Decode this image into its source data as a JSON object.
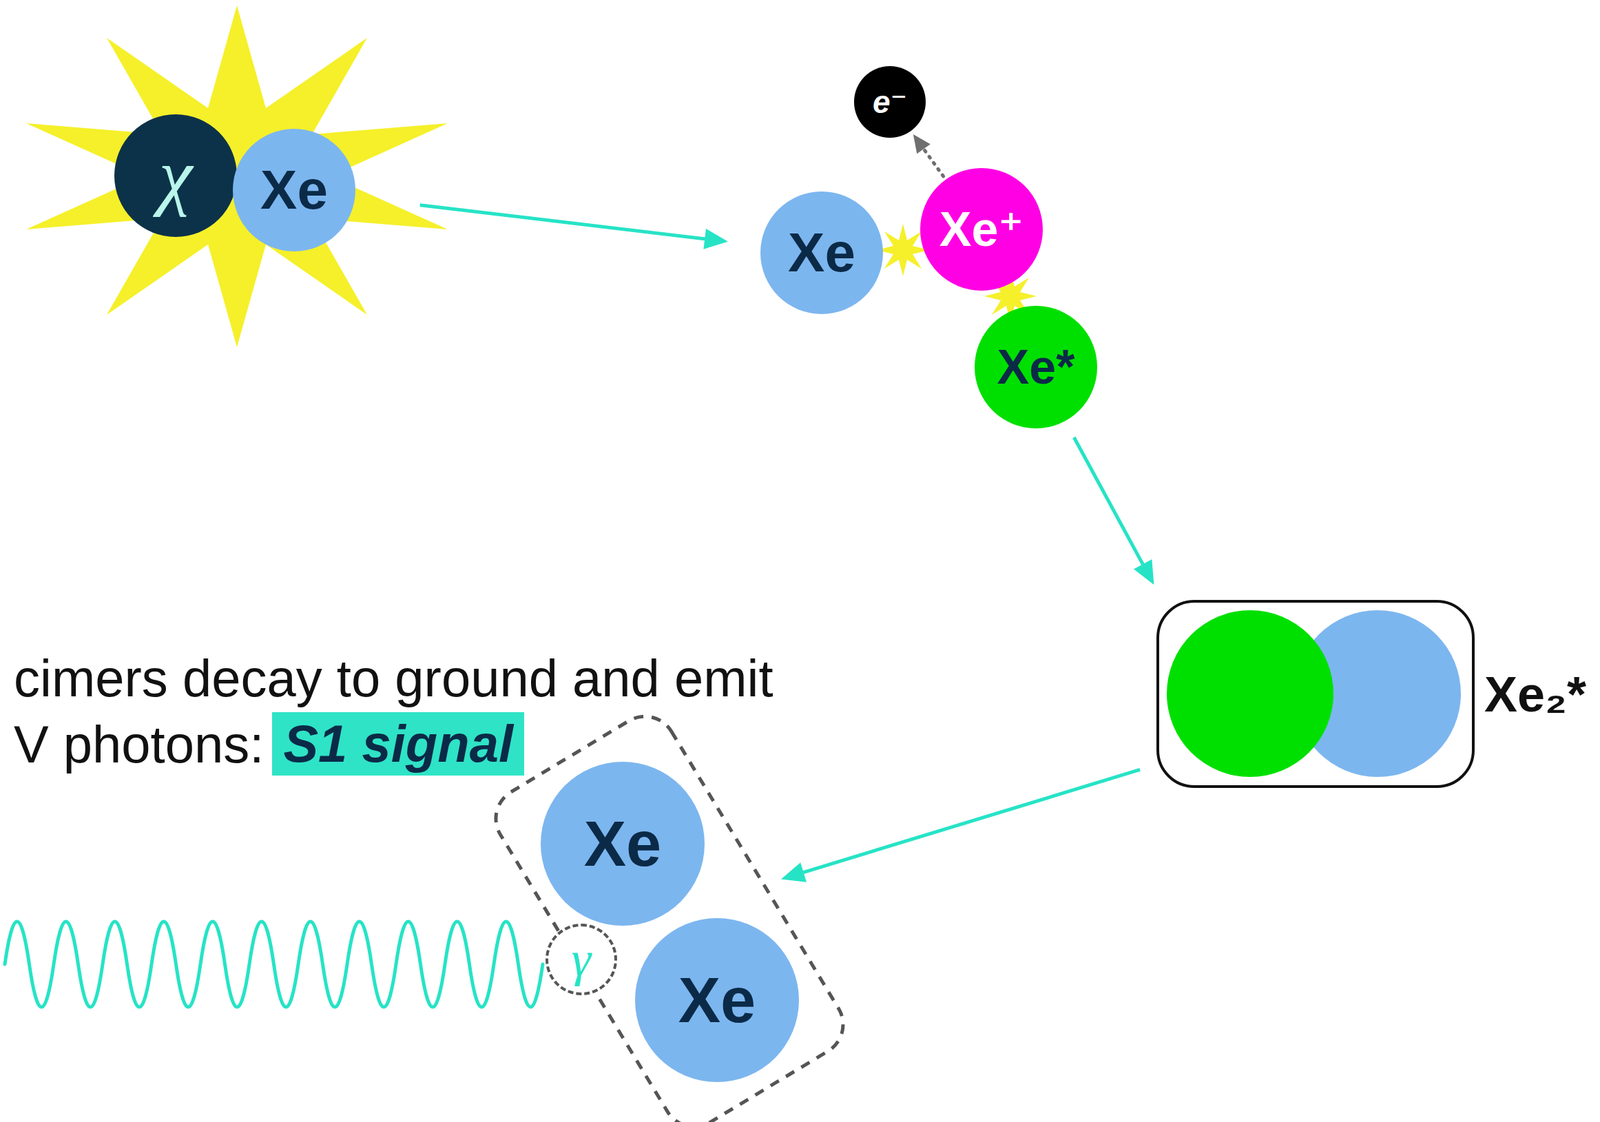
{
  "diagram": {
    "nodes": [
      {
        "text": [
          "χ"
        ]
      },
      {
        "text": [
          "Xe"
        ]
      },
      {
        "text": [
          "e⁻"
        ]
      },
      {
        "text": [
          "Xe"
        ]
      },
      {
        "text": [
          "Xe⁺"
        ]
      },
      {
        "text": [
          "Xe*"
        ]
      },
      {
        "text": [
          "Xe₂*"
        ]
      },
      {
        "text": [
          "Xe"
        ]
      },
      {
        "text": [
          "γ"
        ]
      },
      {
        "text": [
          "Xe"
        ]
      }
    ],
    "edges": [
      {
        "from": 1,
        "to": 3,
        "arrow": "to"
      },
      {
        "from": 4,
        "to": 2,
        "arrow": "to"
      },
      {
        "from": 5,
        "to": 6,
        "arrow": "to"
      },
      {
        "from": 6,
        "to": 7,
        "arrow": "to"
      }
    ],
    "labels": [
      "cimers decay to ground and emit V photons:",
      "S1 signal"
    ]
  }
}
